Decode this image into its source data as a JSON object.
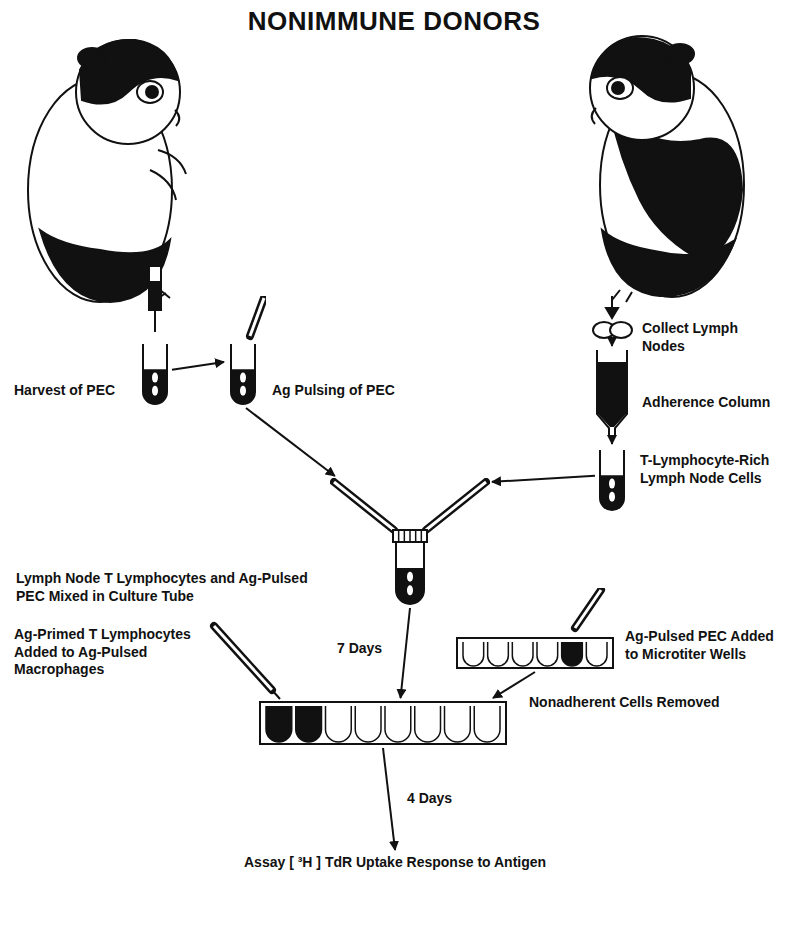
{
  "diagram": {
    "title": "NONIMMUNE DONORS",
    "nodes": [
      {
        "text": [
          "Harvest of PEC"
        ]
      },
      {
        "text": [
          "Ag Pulsing of PEC"
        ]
      },
      {
        "text": [
          "Collect Lymph Nodes"
        ]
      },
      {
        "text": [
          "Adherence Column"
        ]
      },
      {
        "text": [
          "T-Lymphocyte-Rich Lymph Node Cells"
        ]
      },
      {
        "text": [
          "Lymph Node T Lymphocytes and Ag-Pulsed PEC Mixed in Culture Tube"
        ]
      },
      {
        "text": [
          "Ag-Pulsed PEC Added to Microtiter Wells"
        ]
      },
      {
        "text": [
          "Ag-Primed T Lymphocytes Added to Ag-Pulsed Macrophages"
        ]
      },
      {
        "text": [
          "Assay [ ³H ] TdR Uptake Response to Antigen"
        ]
      }
    ],
    "edges": [
      {
        "from": 0,
        "to": 1,
        "arrow": "to"
      },
      {
        "from": 1,
        "to": 5,
        "arrow": "to"
      },
      {
        "from": 2,
        "to": 3,
        "arrow": "to"
      },
      {
        "from": 3,
        "to": 4,
        "arrow": "to"
      },
      {
        "from": 4,
        "to": 5,
        "arrow": "to"
      },
      {
        "from": 5,
        "to": 7,
        "label": "7 Days",
        "arrow": "to"
      },
      {
        "from": 6,
        "to": 7,
        "label": "Nonadherent Cells Removed",
        "arrow": "to"
      },
      {
        "from": 7,
        "to": 8,
        "label": "4 Days",
        "arrow": "to"
      }
    ]
  }
}
